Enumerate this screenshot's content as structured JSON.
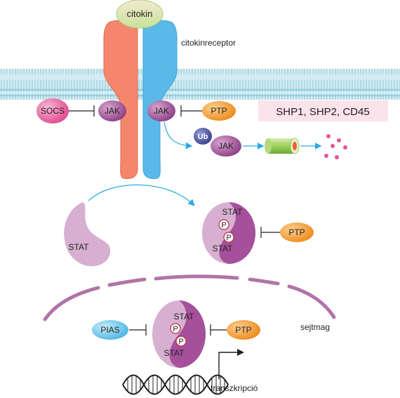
{
  "labels": {
    "cytokine": "citokin",
    "receptor": "citokinreceptor",
    "socs": "SOCS",
    "jak_left": "JAK",
    "jak_right": "JAK",
    "ptp_top": "PTP",
    "phosphatases": "SHP1, SHP2, CD45",
    "ub": "Ub",
    "jak_ub": "JAK",
    "stat_free": "STAT",
    "stat_dimer_top": "STAT",
    "stat_dimer_bottom": "STAT",
    "p1": "P",
    "p2": "P",
    "ptp_mid": "PTP",
    "nucleus": "sejtmag",
    "pias": "PIAS",
    "stat_nuc_top": "STAT",
    "stat_nuc_bottom": "STAT",
    "p3": "P",
    "p4": "P",
    "ptp_nuc": "PTP",
    "transcription": "transzkripció"
  },
  "colors": {
    "membrane": "#b8dde8",
    "receptor_left": "#f4866c",
    "receptor_right": "#5ab9e8",
    "cytokine": "#e0efc4",
    "jak": "#a8529b",
    "socs": "#e4569a",
    "ptp": "#f29228",
    "pias": "#67c3e8",
    "stat_light": "#d7b0d1",
    "stat_dark": "#a5509a",
    "phosphatase_box": "#fbe3ec",
    "arrow": "#29aae1",
    "nucleus_dash": "#b074a8",
    "proteasome": "#8cc63f",
    "fragments": "#e7559b"
  }
}
